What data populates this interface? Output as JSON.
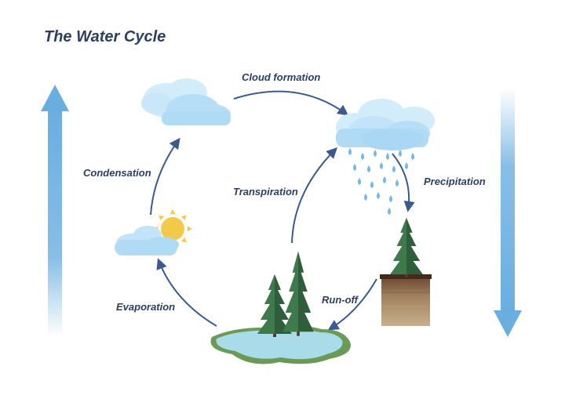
{
  "title": "The Water Cycle",
  "stages": {
    "cloud_formation": "Cloud formation",
    "condensation": "Condensation",
    "transpiration": "Transpiration",
    "precipitation": "Precipitation",
    "run_off": "Run-off",
    "evaporation": "Evaporation"
  },
  "colors": {
    "label_text": "#2b3f63",
    "arrow": "#3b5a8f",
    "side_arrow": "#6aaee0",
    "cloud": "#bfe3f7",
    "rain": "#74b7e8",
    "water": "#a9dbe8",
    "grass": "#6a9a55",
    "tree": "#2f5e3b",
    "soil": "#b89a72",
    "sun": "#f3c94a"
  },
  "icons": [
    "cloud-icon",
    "rain-cloud-icon",
    "sun-icon",
    "pine-tree-icon",
    "lake-icon",
    "soil-block-icon"
  ]
}
